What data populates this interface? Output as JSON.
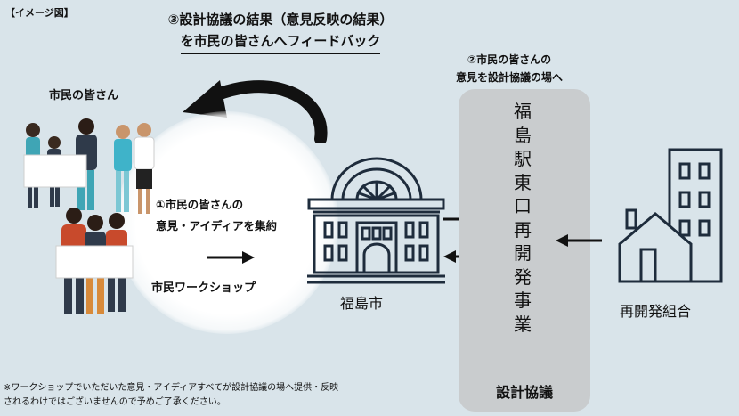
{
  "image_tag": "【イメージ図】",
  "title": {
    "line1": "③設計協議の結果（意見反映の結果）",
    "line2": "を市民の皆さんへフィードバック"
  },
  "citizens": {
    "label": "市民の皆さん",
    "collect_line1": "①市民の皆さんの",
    "collect_line2": "意見・アイディアを集約",
    "workshop": "市民ワークショップ"
  },
  "city": {
    "label": "福島市"
  },
  "opinion_to_council": {
    "line1": "②市民の皆さんの",
    "line2": "意見を設計協議の場へ"
  },
  "project": {
    "chars": [
      "福",
      "島",
      "駅",
      "東",
      "口",
      "再",
      "開",
      "発",
      "事",
      "業"
    ],
    "council_label": "設計協議"
  },
  "union": {
    "label": "再開発組合"
  },
  "footnote": {
    "line1": "※ワークショップでいただいた意見・アイディアすべてが設計協議の場へ提供・反映",
    "line2": "されるわけではございませんので予めご了承ください。"
  },
  "colors": {
    "background": "#d9e4ea",
    "panel": "#c9ccce",
    "ink": "#111111",
    "building_outline": "#1e2c3c"
  }
}
